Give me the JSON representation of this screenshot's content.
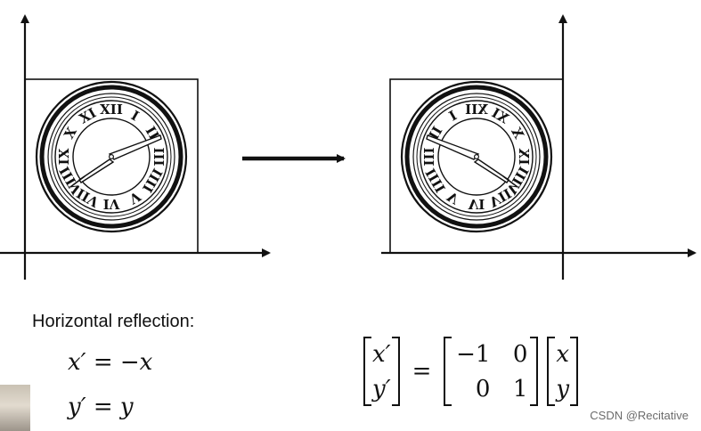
{
  "caption": "Horizontal reflection:",
  "equations": {
    "eq1": "x′ = −x",
    "eq2": "y′ = y"
  },
  "matrix": {
    "lhs": [
      "x′",
      "y′"
    ],
    "equals": "=",
    "transform": [
      [
        "−1",
        "0"
      ],
      [
        "0",
        "1"
      ]
    ],
    "rhs": [
      "x",
      "y"
    ]
  },
  "clock_numerals": [
    "XII",
    "I",
    "II",
    "III",
    "IIII",
    "V",
    "VI",
    "VII",
    "VIII",
    "IX",
    "X",
    "XI"
  ],
  "watermark": "CSDN @Recitative",
  "colors": {
    "ink": "#111111",
    "background": "#ffffff",
    "watermark": "#6b6b6b"
  },
  "icons": {
    "transform_arrow": "right-arrow-icon"
  }
}
